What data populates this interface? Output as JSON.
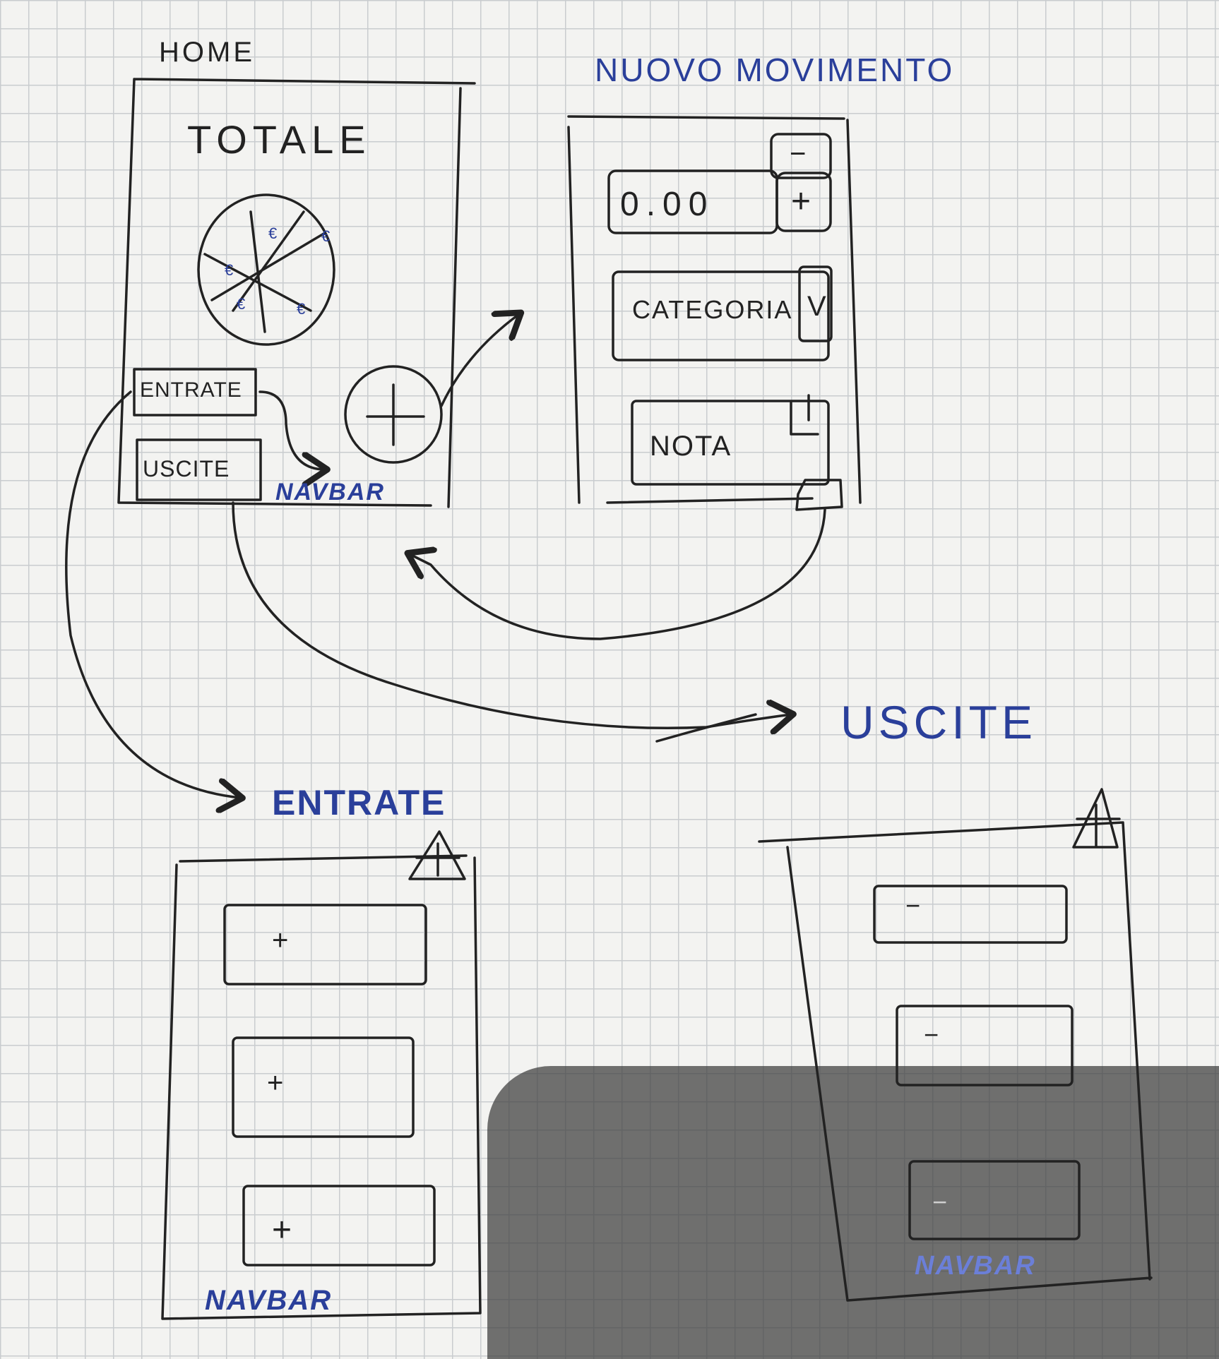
{
  "colors": {
    "paper": "#f3f3f1",
    "grid": "#c9cccf",
    "ink": "#222222",
    "blue_ink": "#2a3f9a"
  },
  "home": {
    "title": "HOME",
    "total_label": "TOTALE",
    "pie_labels": [
      "€",
      "€",
      "€",
      "€",
      "€"
    ],
    "entrate_button": "ENTRATE",
    "uscite_button": "USCITE",
    "navbar_label": "NAVBAR",
    "fab_icon": "plus-icon"
  },
  "nuovo_movimento": {
    "title": "NUOVO MOVIMENTO",
    "amount_value": "0.00",
    "minus_button": "−",
    "plus_button": "+",
    "category_label": "CATEGORIA",
    "category_dropdown": "V",
    "note_label": "NOTA",
    "save_icon": "folder-icon"
  },
  "entrate_screen": {
    "title": "ENTRATE",
    "items": [
      "+",
      "+",
      "+"
    ],
    "navbar_label": "NAVBAR",
    "home_icon": "house-icon"
  },
  "uscite_screen": {
    "title": "USCITE",
    "items": [
      "−",
      "−",
      "−"
    ],
    "navbar_label": "NAVBAR",
    "home_icon": "house-icon"
  }
}
